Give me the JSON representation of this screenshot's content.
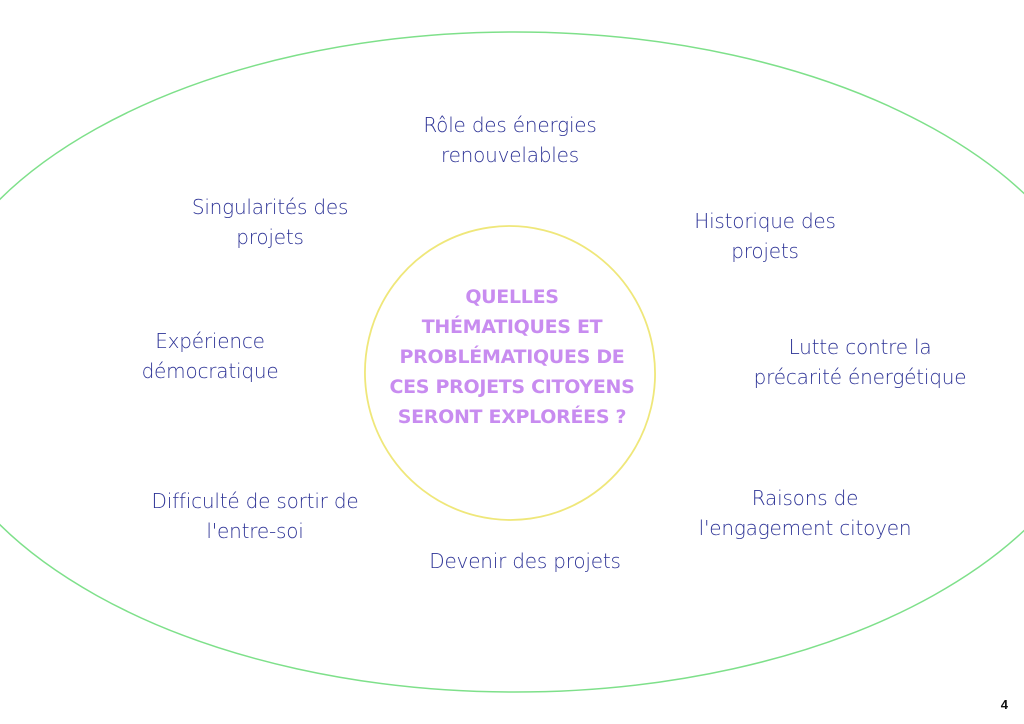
{
  "colors": {
    "outer_ellipse": "#7ee08a",
    "inner_ellipse": "#efe77a",
    "topic_text": "#2d3396",
    "center_text": "#c88cf0"
  },
  "center_question": {
    "lines": [
      "QUELLES",
      "THÉMATIQUES ET",
      "PROBLÉMATIQUES DE",
      "CES PROJETS CITOYENS",
      "SERONT EXPLORÉES ?"
    ]
  },
  "topics": [
    {
      "lines": [
        "Rôle des énergies",
        "renouvelables"
      ]
    },
    {
      "lines": [
        "Singularités des",
        "projets"
      ]
    },
    {
      "lines": [
        "Historique des",
        "projets"
      ]
    },
    {
      "lines": [
        "Expérience",
        "démocratique"
      ]
    },
    {
      "lines": [
        "Lutte contre la",
        "précarité énergétique"
      ]
    },
    {
      "lines": [
        "Difficulté de sortir de",
        "l'entre-soi"
      ]
    },
    {
      "lines": [
        "Raisons de",
        "l'engagement citoyen"
      ]
    },
    {
      "lines": [
        "Devenir des projets"
      ]
    }
  ],
  "page_number": "4"
}
